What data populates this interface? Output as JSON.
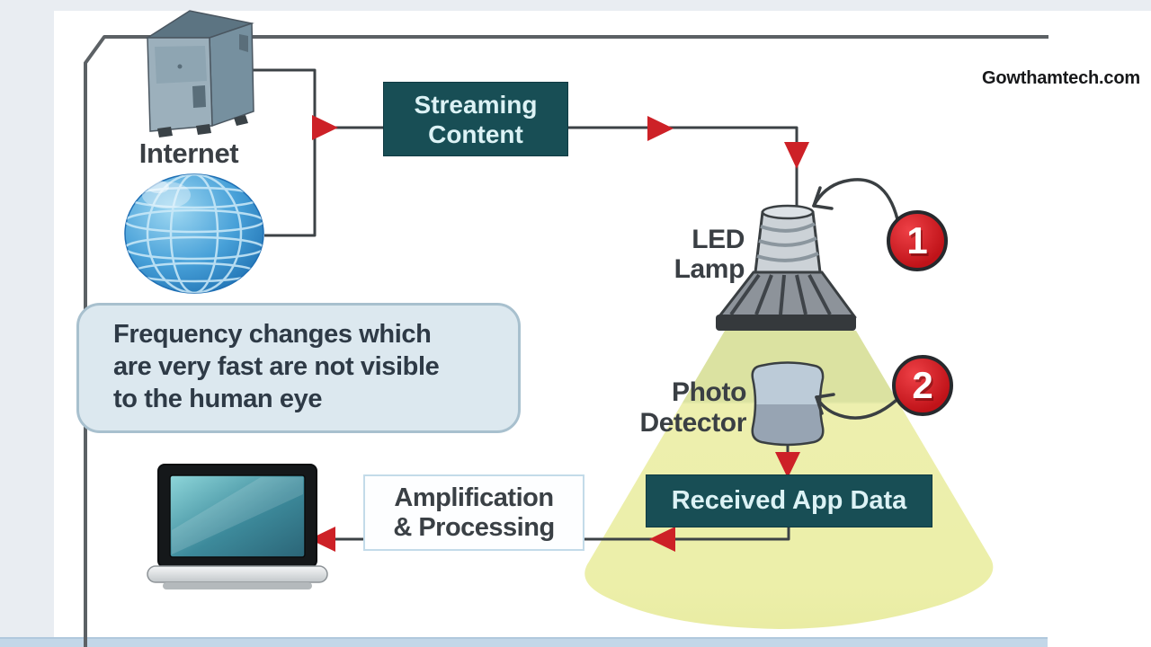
{
  "watermark": "Gowthamtech.com",
  "note": {
    "lines": [
      "Frequency changes which",
      "are very fast are not visible",
      "to the human eye"
    ]
  },
  "nodes": {
    "internet": {
      "icon": "server-icon",
      "label": "Internet"
    },
    "globe": {
      "icon": "globe-icon"
    },
    "streaming": {
      "lines": [
        "Streaming",
        "Content"
      ]
    },
    "led_lamp": {
      "icon": "led-lamp-icon",
      "lines": [
        "LED",
        "Lamp"
      ]
    },
    "photo_detector": {
      "icon": "photo-detector-icon",
      "lines": [
        "Photo",
        "Detector"
      ]
    },
    "received": {
      "label": "Received App Data"
    },
    "amplification": {
      "lines": [
        "Amplification",
        "& Processing"
      ]
    },
    "laptop": {
      "icon": "laptop-icon"
    }
  },
  "markers": {
    "one": "1",
    "two": "2"
  },
  "colors": {
    "teal_box": "#184e55",
    "teal_box_text": "#dcf2f5",
    "accent_red": "#cd2127",
    "marker_red": "#c01319",
    "cone_dark": "#dbe2a1",
    "cone_light": "#edefae",
    "note_bg": "#dce8ef",
    "note_border": "#a8c0ce",
    "frame_line": "#5c6165",
    "wire": "#3c4246",
    "bottom_bar": "#c3d7e8",
    "page_bg": "#e9edf2"
  }
}
